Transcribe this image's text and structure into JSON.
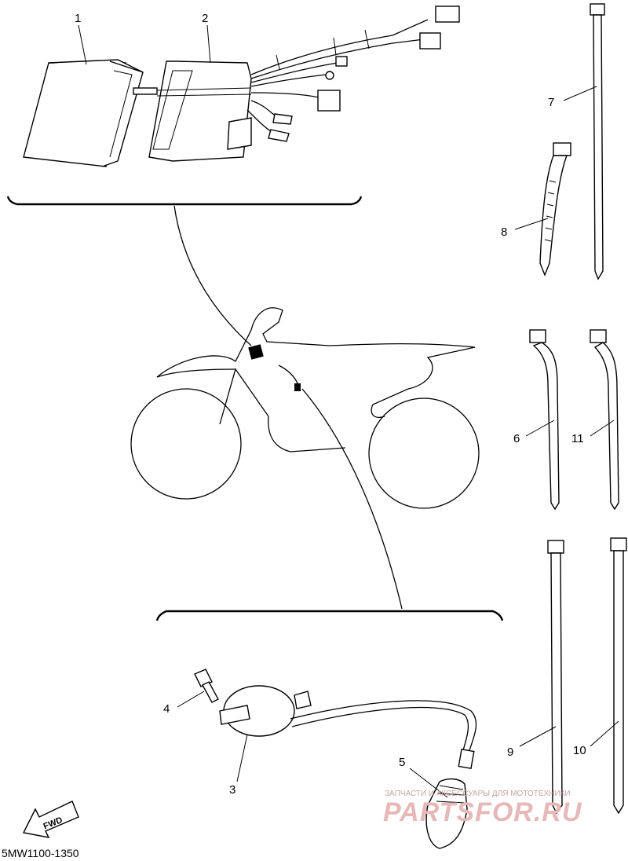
{
  "callouts": [
    "1",
    "2",
    "3",
    "4",
    "5",
    "6",
    "7",
    "8",
    "9",
    "10",
    "11"
  ],
  "diagram_code": "5MW1100-1350",
  "fwd_label": "FWD",
  "watermark": {
    "top_text": "ЗАПЧАСТИ И АКСЕССУАРЫ ДЛЯ МОТОТЕХНИКИ",
    "logo_text": "PARTSFOR.RU"
  }
}
